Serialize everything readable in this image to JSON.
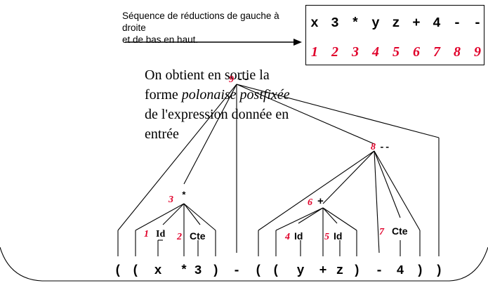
{
  "caption": {
    "line1": "Séquence de réductions de gauche à droite",
    "line2": "et de bas en haut."
  },
  "postfix": {
    "tokens": [
      "x",
      "3",
      "*",
      "y",
      "z",
      "+",
      "4",
      "-",
      "-"
    ],
    "order": [
      "1",
      "2",
      "3",
      "4",
      "5",
      "6",
      "7",
      "8",
      "9"
    ]
  },
  "intro": {
    "part1": "On obtient en sortie la forme ",
    "italic1": "polonaise postfixée",
    "part2": " de l'expression donnée en entrée"
  },
  "expression_tokens": [
    "(",
    "(",
    "x",
    "*",
    "3",
    ")",
    "-",
    "(",
    "(",
    "y",
    "+",
    "z",
    ")",
    "-",
    "4",
    ")",
    ")"
  ],
  "tree_labels": {
    "n1_num": "1",
    "n1_sym": "Id",
    "n2_num": "2",
    "n2_sym": "Cte",
    "n3_num": "3",
    "n3_sym": "*",
    "n4_num": "4",
    "n4_sym": "Id",
    "n5_num": "5",
    "n5_sym": "Id",
    "n6_num": "6",
    "n6_sym": "+",
    "n7_num": "7",
    "n7_sym": "Cte",
    "n8_num": "8",
    "n8_sym": "--",
    "n9_num": "9",
    "n9_sym": "--"
  },
  "colors": {
    "order_red": "#e0002a",
    "line": "#000000"
  }
}
